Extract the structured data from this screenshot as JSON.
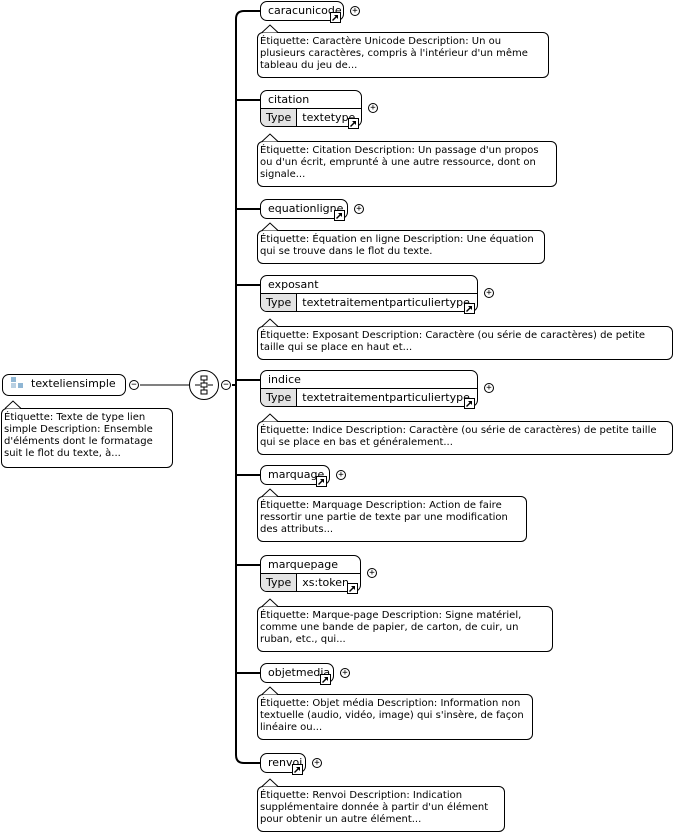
{
  "root": {
    "name": "texteliensimple",
    "annotation": "Étiquette: Texte de type lien simple Description: Ensemble d'éléments dont le formatage suit le flot du texte, à..."
  },
  "type_label": "Type",
  "elements": [
    {
      "name": "caracunicode",
      "annotation": "Étiquette: Caractère Unicode Description: Un ou plusieurs caractères, compris à l'intérieur d'un même tableau du jeu de..."
    },
    {
      "name": "citation",
      "type": "textetype",
      "annotation": "Étiquette: Citation Description: Un passage d'un propos ou d'un écrit, emprunté à une autre ressource, dont on signale..."
    },
    {
      "name": "equationligne",
      "annotation": "Étiquette: Équation en ligne Description: Une équation qui se trouve dans le flot du texte."
    },
    {
      "name": "exposant",
      "type": "textetraitementparticuliertype",
      "annotation": "Étiquette: Exposant Description: Caractère (ou série de caractères) de petite taille qui se place en haut et..."
    },
    {
      "name": "indice",
      "type": "textetraitementparticuliertype",
      "annotation": "Étiquette: Indice Description: Caractère (ou série de caractères) de petite taille qui se place en bas et généralement..."
    },
    {
      "name": "marquage",
      "annotation": "Étiquette: Marquage Description: Action de faire ressortir une partie de texte par une modification des attributs..."
    },
    {
      "name": "marquepage",
      "type": "xs:token",
      "annotation": "Étiquette: Marque-page Description: Signe matériel, comme une bande de papier, de carton, de cuir, un ruban, etc., qui..."
    },
    {
      "name": "objetmedia",
      "annotation": "Étiquette: Objet média Description: Information non textuelle (audio, vidéo, image) qui s'insère, de façon linéaire ou..."
    },
    {
      "name": "renvoi",
      "annotation": "Étiquette: Renvoi Description: Indication supplémentaire donnée à partir d'un élément pour obtenir un autre élément..."
    }
  ]
}
